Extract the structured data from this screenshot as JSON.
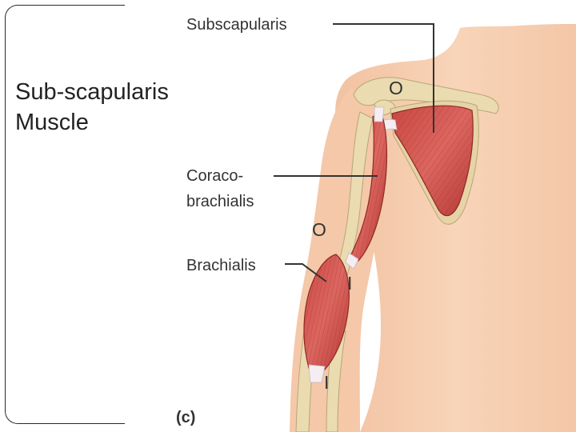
{
  "slide": {
    "title_lines": [
      "Sub-scapularis",
      "Muscle"
    ]
  },
  "figure": {
    "labels": {
      "subscapularis": "Subscapularis",
      "coraco_line1": "Coraco-",
      "coraco_line2": "brachialis",
      "brachialis": "Brachialis"
    },
    "markers": {
      "origin_top": "O",
      "origin_mid": "O",
      "insertion_mid": "I",
      "insertion_bottom": "I"
    },
    "panel_tag": "(c)"
  },
  "colors": {
    "skin": "#f6cdb0",
    "skin_shadow": "#eab898",
    "muscle": "#d2524e",
    "muscle_dark": "#a8322f",
    "bone": "#e8d9b0",
    "tendon": "#f4eef2",
    "leader": "#333333"
  }
}
